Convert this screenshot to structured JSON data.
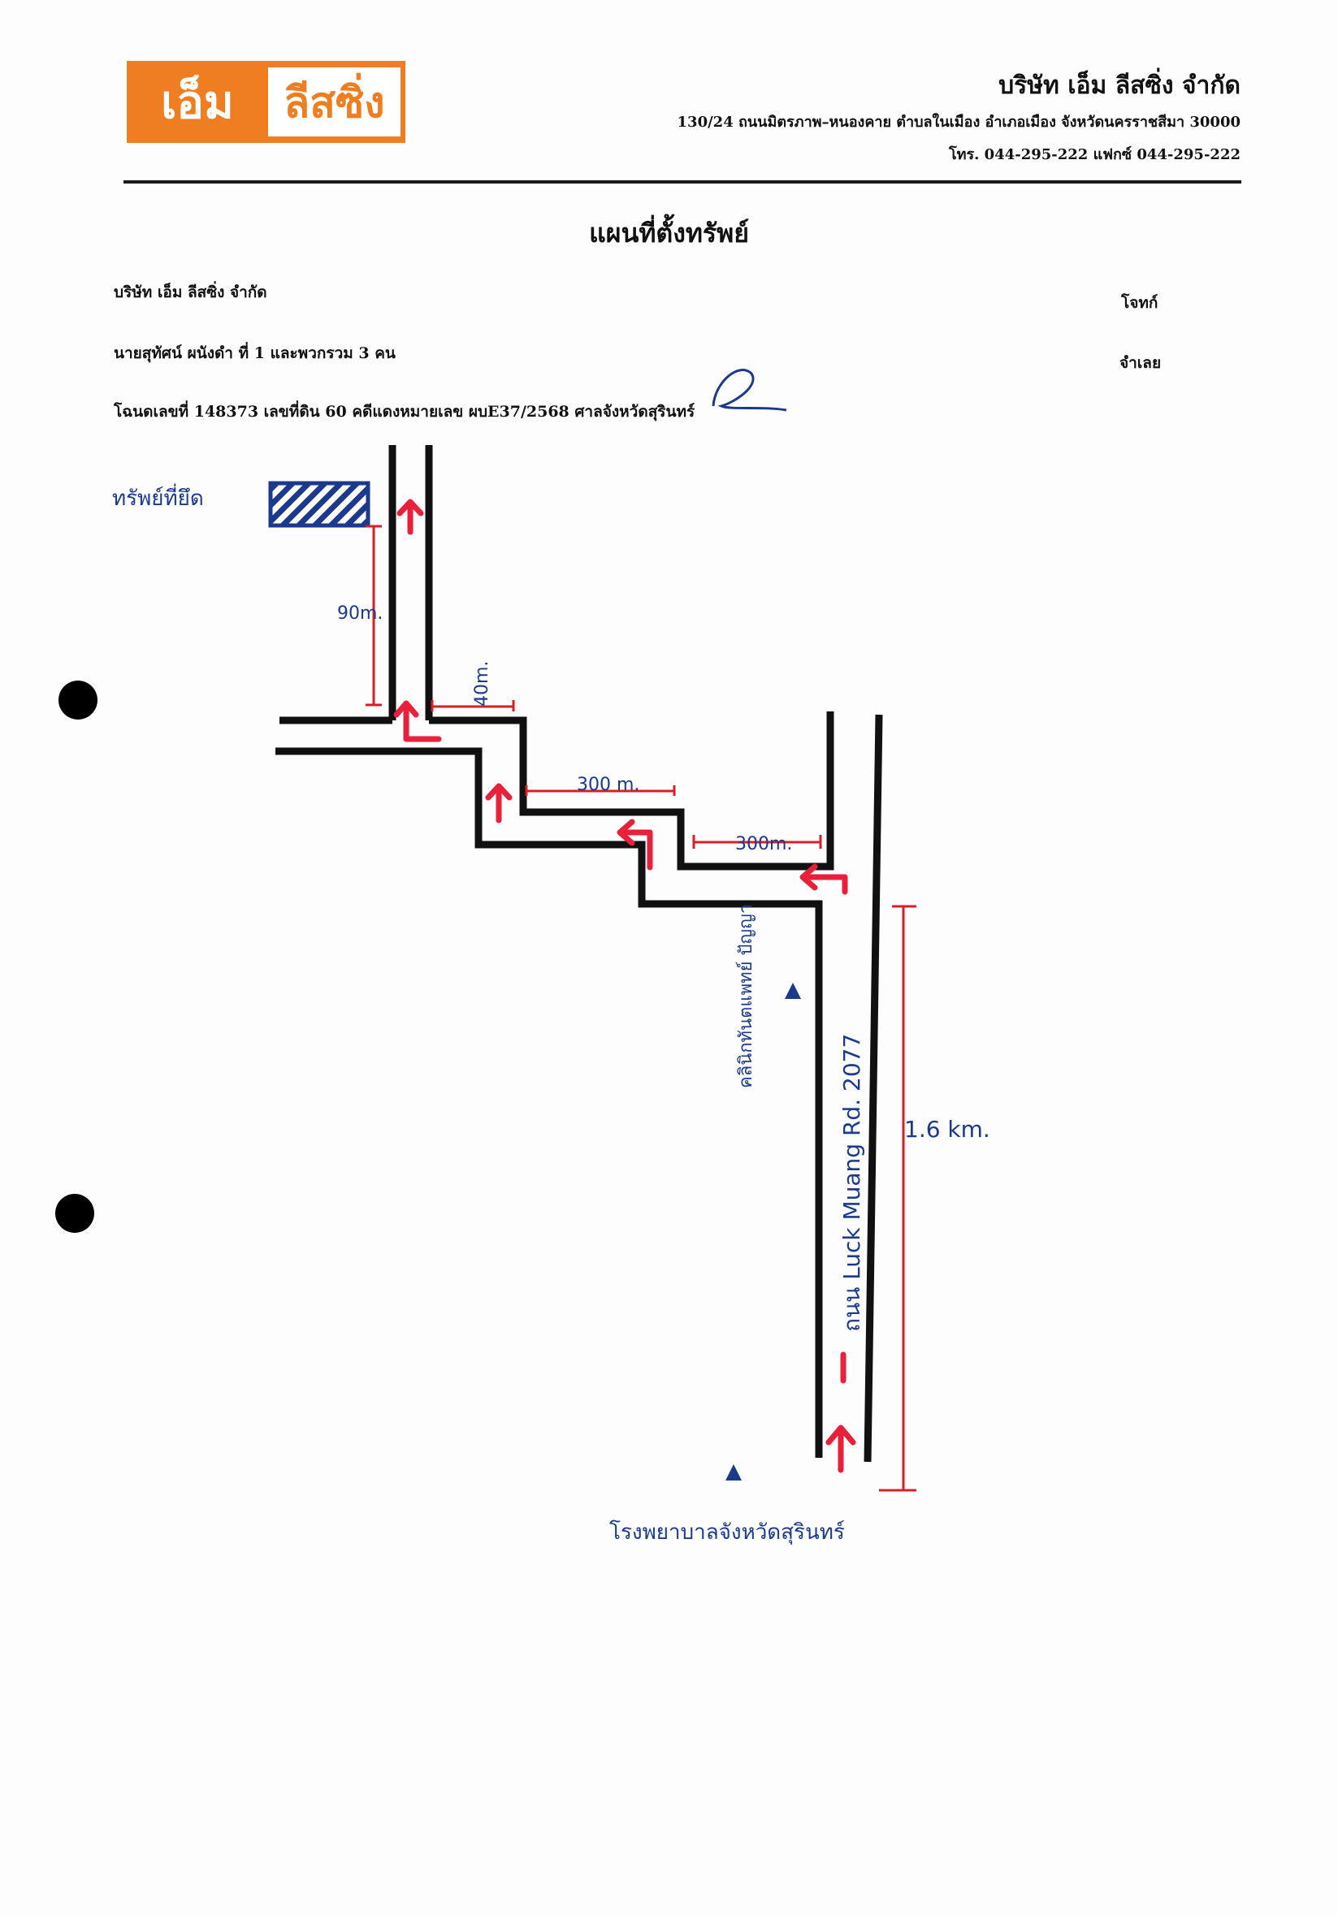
{
  "header": {
    "logo_left": "เอ็ม",
    "logo_right": "ลีสซิ่ง",
    "company_name": "บริษัท เอ็ม ลีสซิ่ง จำกัด",
    "address": "130/24 ถนนมิตรภาพ–หนองคาย ตำบลในเมือง อำเภอเมือง จังหวัดนครราชสีมา 30000",
    "phone": "โทร. 044-295-222  แฟกซ์ 044-295-222"
  },
  "title": "แผนที่ตั้งทรัพย์",
  "case": {
    "plaintiff": "บริษัท เอ็ม ลีสซิ่ง จำกัด",
    "plaintiff_role": "โจทก์",
    "defendant": "นายสุทัศน์ ผนังดำ  ที่ 1 และพวกรวม 3 คน",
    "defendant_role": "จำเลย",
    "deed": "โฉนดเลขที่ 148373 เลขที่ดิน 60 คดีแดงหมายเลข ผบE37/2568 ศาลจังหวัดสุรินทร์"
  },
  "map": {
    "property_label": "ทรัพย์ที่ยึด",
    "dist_90m": "90m.",
    "dist_40m": "40m.",
    "dist_300m_a": "300 m.",
    "dist_300m_b": "300m.",
    "dist_1_6km": "1.6 km.",
    "road_name": "ถนน  Luck Muang Rd.  2077",
    "landmark_clinic": "คลินิกทันตแพทย์ ปัญญา",
    "landmark_hospital": "โรงพยาบาลจังหวัดสุรินทร์",
    "colors": {
      "road": "#111111",
      "arrow": "#e8203a",
      "ink": "#1b3a8c",
      "dimension": "#d4202a"
    }
  }
}
